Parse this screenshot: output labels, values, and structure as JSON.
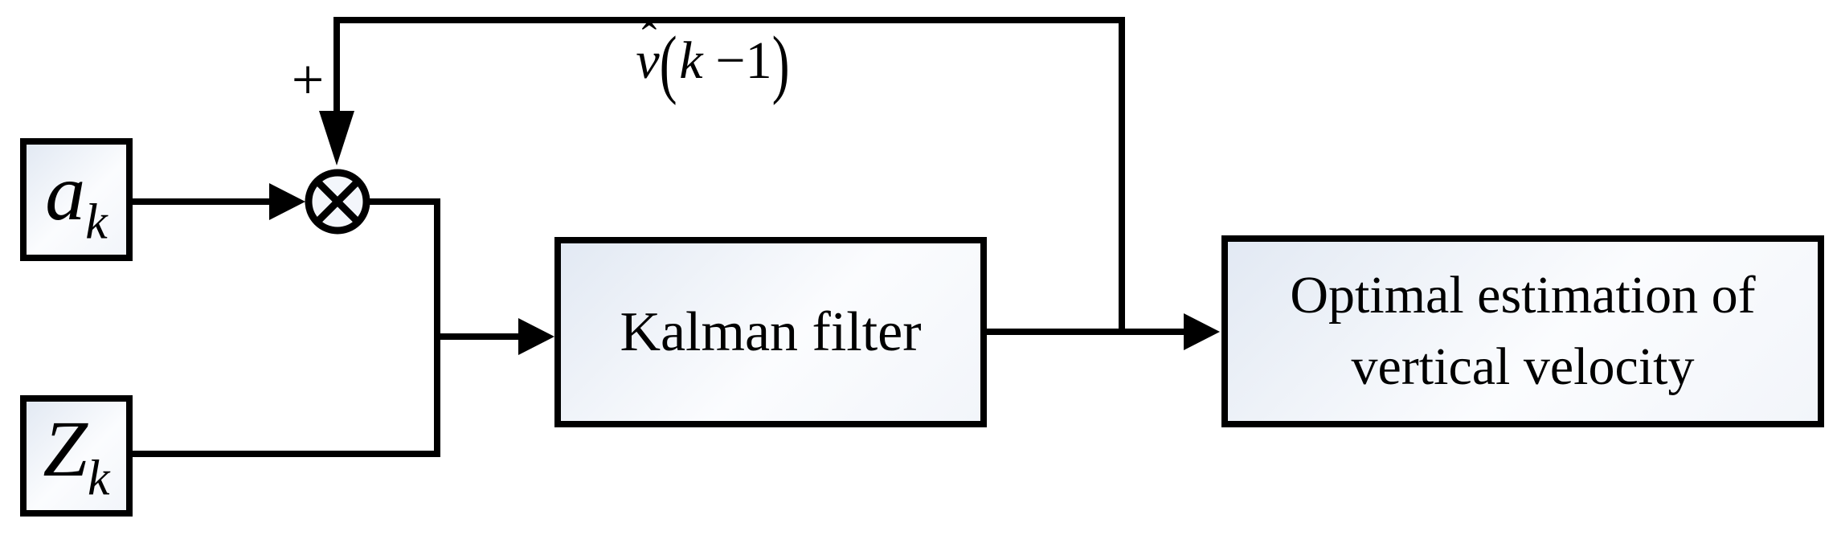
{
  "diagram": {
    "background_color": "#ffffff",
    "line_color": "#000000",
    "box_border_color": "#000000",
    "box_fill_gradient": [
      "#e2e9f3",
      "#fbfcfe",
      "#f2f5fa"
    ],
    "nodes": {
      "input_acceleration": {
        "symbol": "a",
        "subscript": "k"
      },
      "input_measurement": {
        "symbol": "Z",
        "subscript": "k"
      },
      "kalman": {
        "label": "Kalman filter"
      },
      "output": {
        "line1": "Optimal estimation of",
        "line2": "vertical velocity"
      }
    },
    "summing_junction": {
      "plus_sign": "+"
    },
    "feedback_label": {
      "hat": "ˆ",
      "variable": "v",
      "open_paren": "(",
      "argument": "k",
      "minus_one": "−1",
      "close_paren": ")",
      "full_text": "v̂(k−1)"
    }
  }
}
